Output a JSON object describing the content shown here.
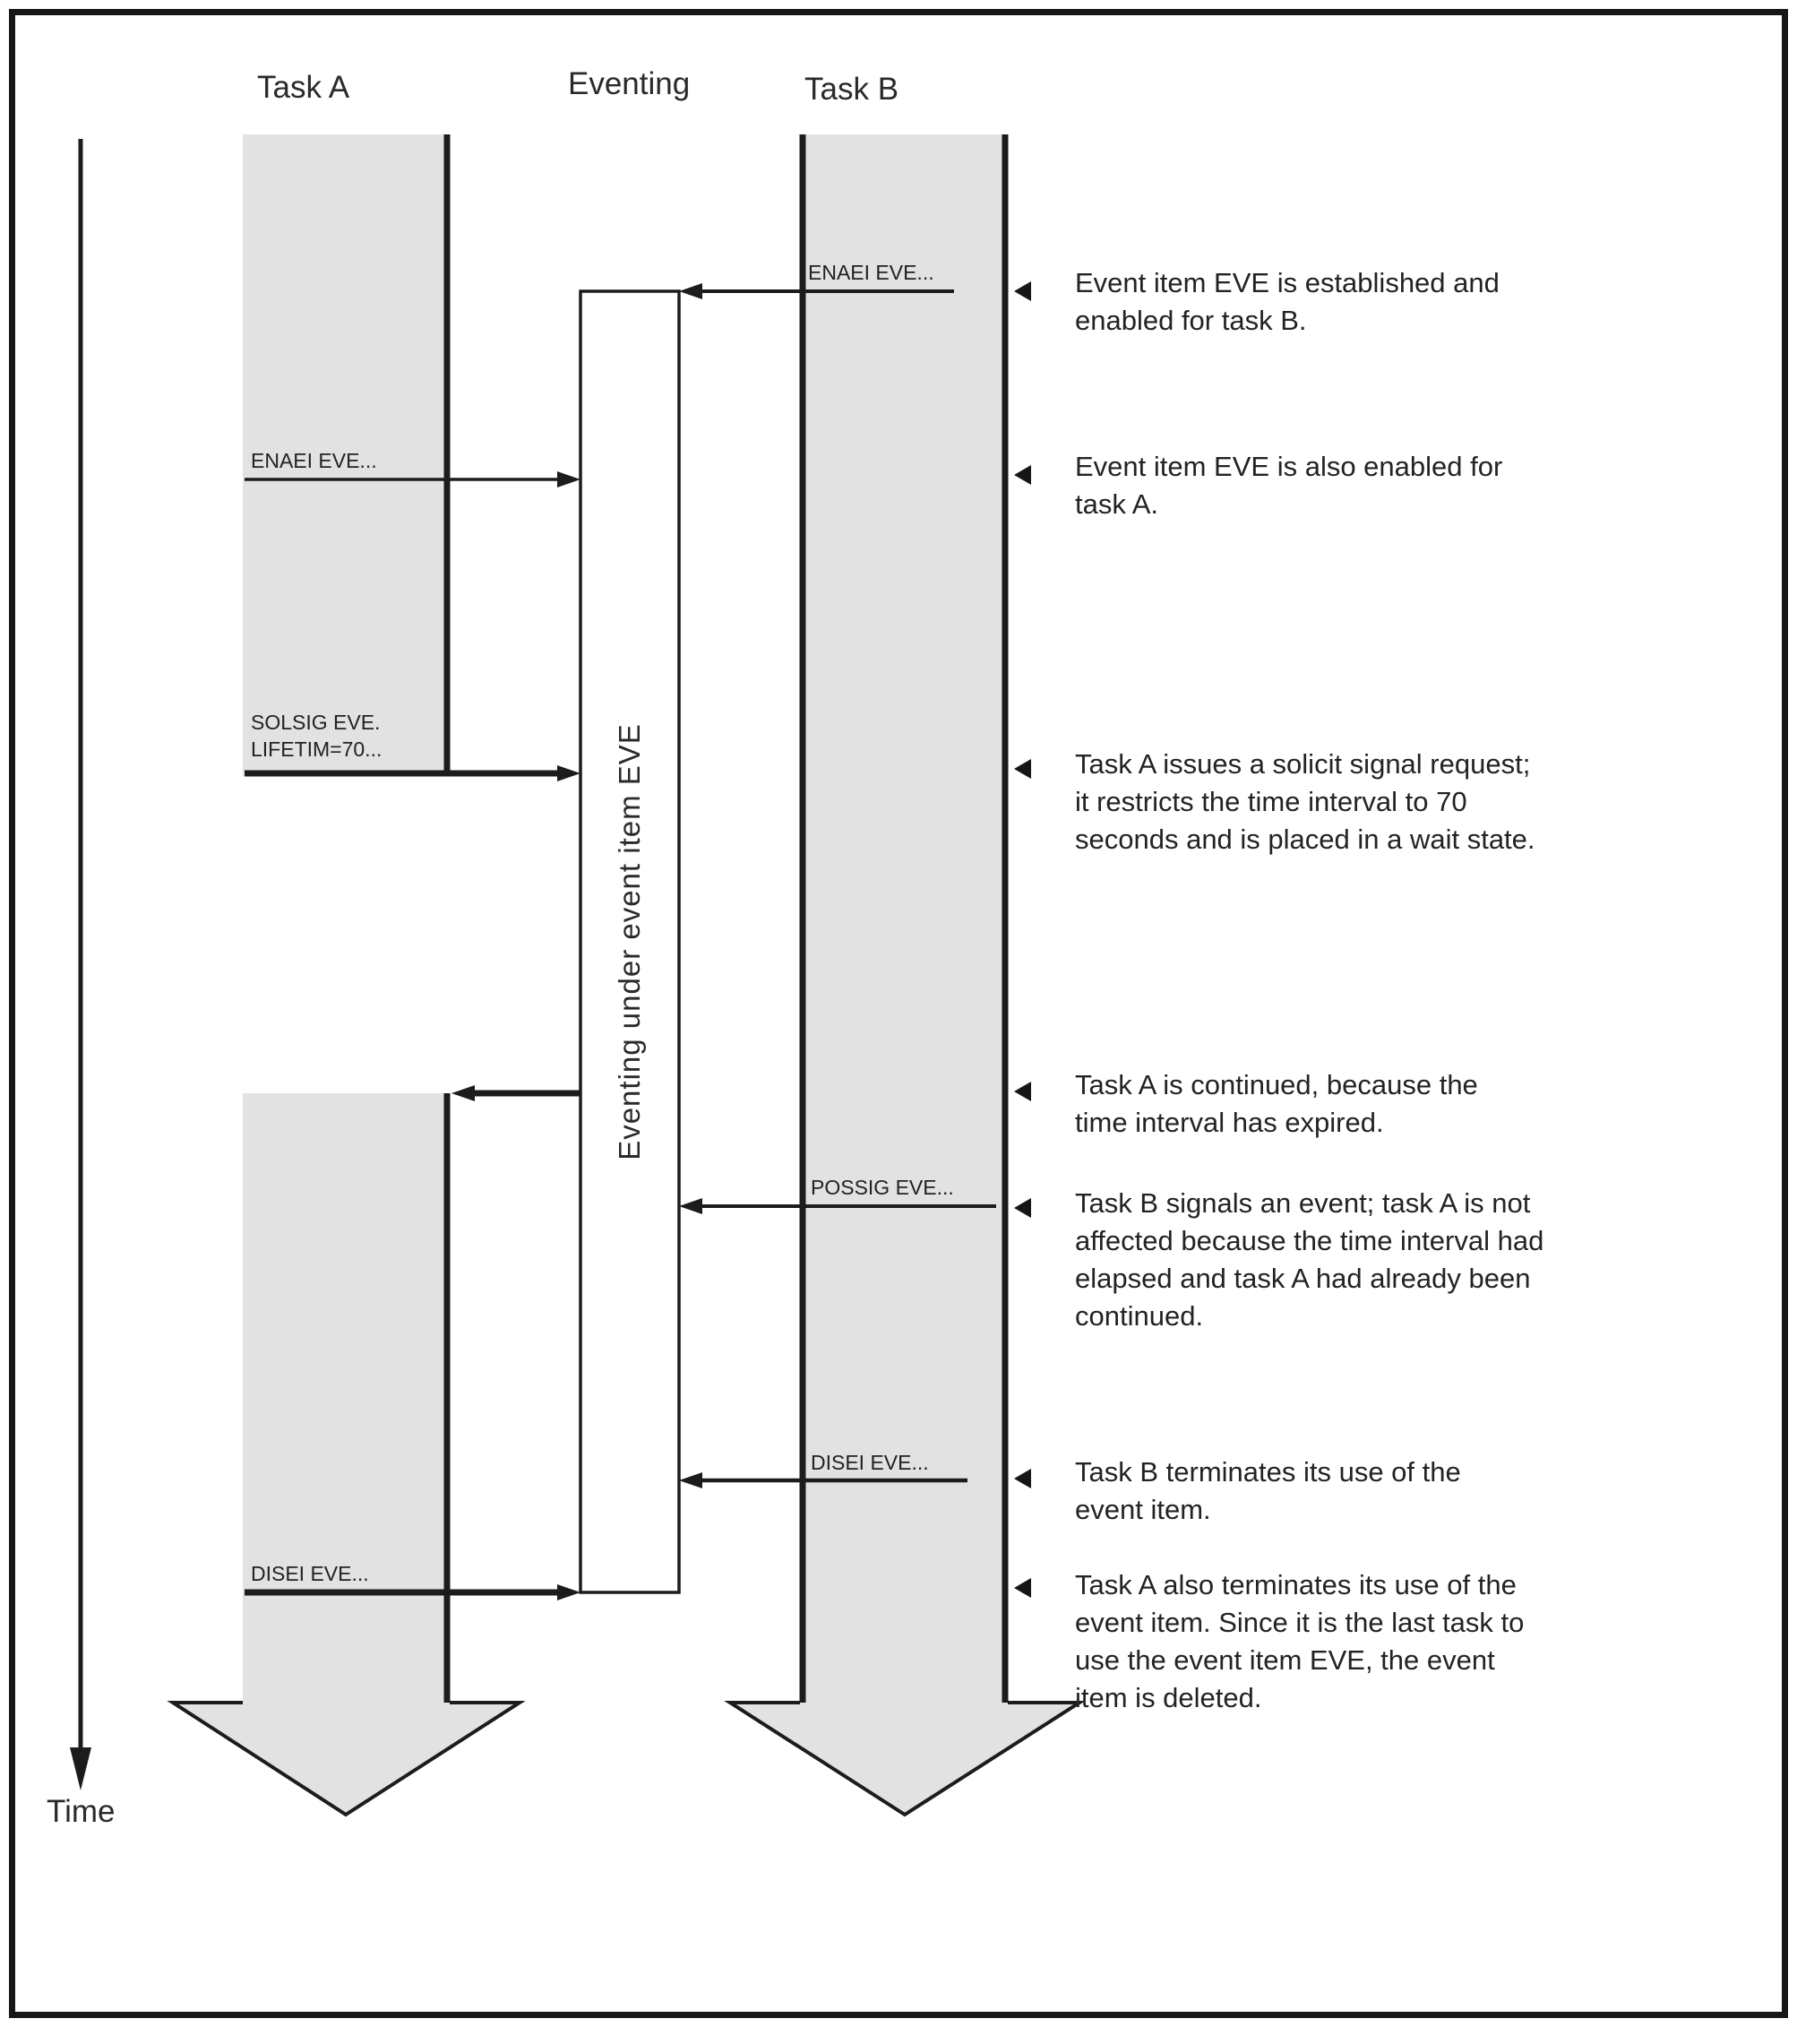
{
  "columns": {
    "task_a": "Task A",
    "eventing": "Eventing",
    "task_b": "Task B"
  },
  "time_label": "Time",
  "eventing_box_label": "Eventing under event item EVE",
  "calls": {
    "b_enaei": "ENAEI EVE...",
    "a_enaei": "ENAEI EVE...",
    "a_solsig": "SOLSIG EVE.\nLIFETIM=70...",
    "b_possig": "POSSIG EVE...",
    "b_disei": "DISEI EVE...",
    "a_disei": "DISEI EVE..."
  },
  "annotations": [
    {
      "text": "Event item EVE is established and\nenabled for task B."
    },
    {
      "text": "Event item EVE is also enabled for\ntask A."
    },
    {
      "text": "Task A issues a solicit signal request;\nit restricts the time interval to 70\nseconds and is placed in a wait state."
    },
    {
      "text": "Task A is continued, because the\ntime interval has expired."
    },
    {
      "text": "Task B signals an event; task A is not\naffected because the time interval had\nelapsed and task A had already been\ncontinued."
    },
    {
      "text": "Task B terminates its use of the\nevent item."
    },
    {
      "text": "Task A also terminates its use of the\nevent item. Since it is the last task to\nuse the event item EVE, the event\nitem is deleted."
    }
  ],
  "colors": {
    "band_fill": "#e2e2e2",
    "line": "#1c1c1c"
  }
}
